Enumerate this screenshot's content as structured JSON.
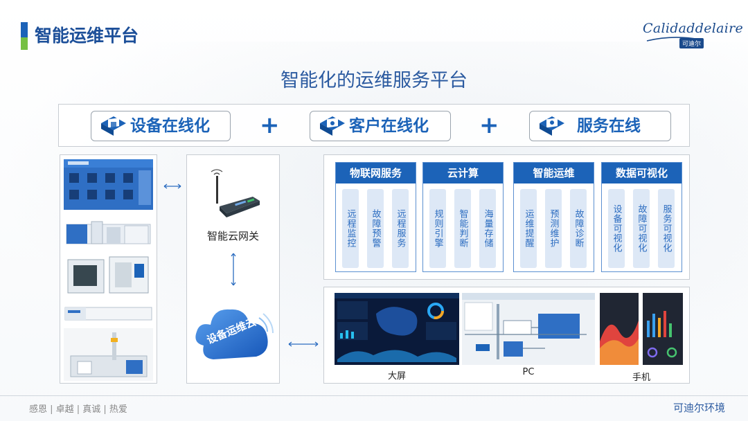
{
  "header": {
    "title": "智能运维平台",
    "logo_text": "Calidaddelaire",
    "logo_badge": "可迪尔",
    "accent_blue": "#1c63b8",
    "accent_green": "#76c043"
  },
  "main_heading": "智能化的运维服务平台",
  "top_row": {
    "items": [
      {
        "label": "设备在线化",
        "icon": "device-screen-icon"
      },
      {
        "label": "客户在线化",
        "icon": "customer-screen-icon"
      },
      {
        "label": "服务在线",
        "icon": "service-screen-icon"
      }
    ],
    "operator": "+"
  },
  "gateway": {
    "label": "智能云网关",
    "cloud_label": "设备运维云"
  },
  "services": [
    {
      "title": "物联网服务",
      "items": [
        "远程监控",
        "故障预警",
        "远程服务"
      ]
    },
    {
      "title": "云计算",
      "items": [
        "规则引擎",
        "智能判断",
        "海量存储"
      ]
    },
    {
      "title": "智能运维",
      "items": [
        "运维提醒",
        "预测维护",
        "故障诊断"
      ]
    },
    {
      "title": "数据可视化",
      "items": [
        "设备可视化",
        "故障可视化",
        "服务可视化"
      ]
    }
  ],
  "screens": [
    {
      "label": "大屏"
    },
    {
      "label": "PC"
    },
    {
      "label": "手机"
    }
  ],
  "footer": {
    "left": "感恩 | 卓越  | 真诚 | 热爱",
    "right": "可迪尔环境"
  }
}
